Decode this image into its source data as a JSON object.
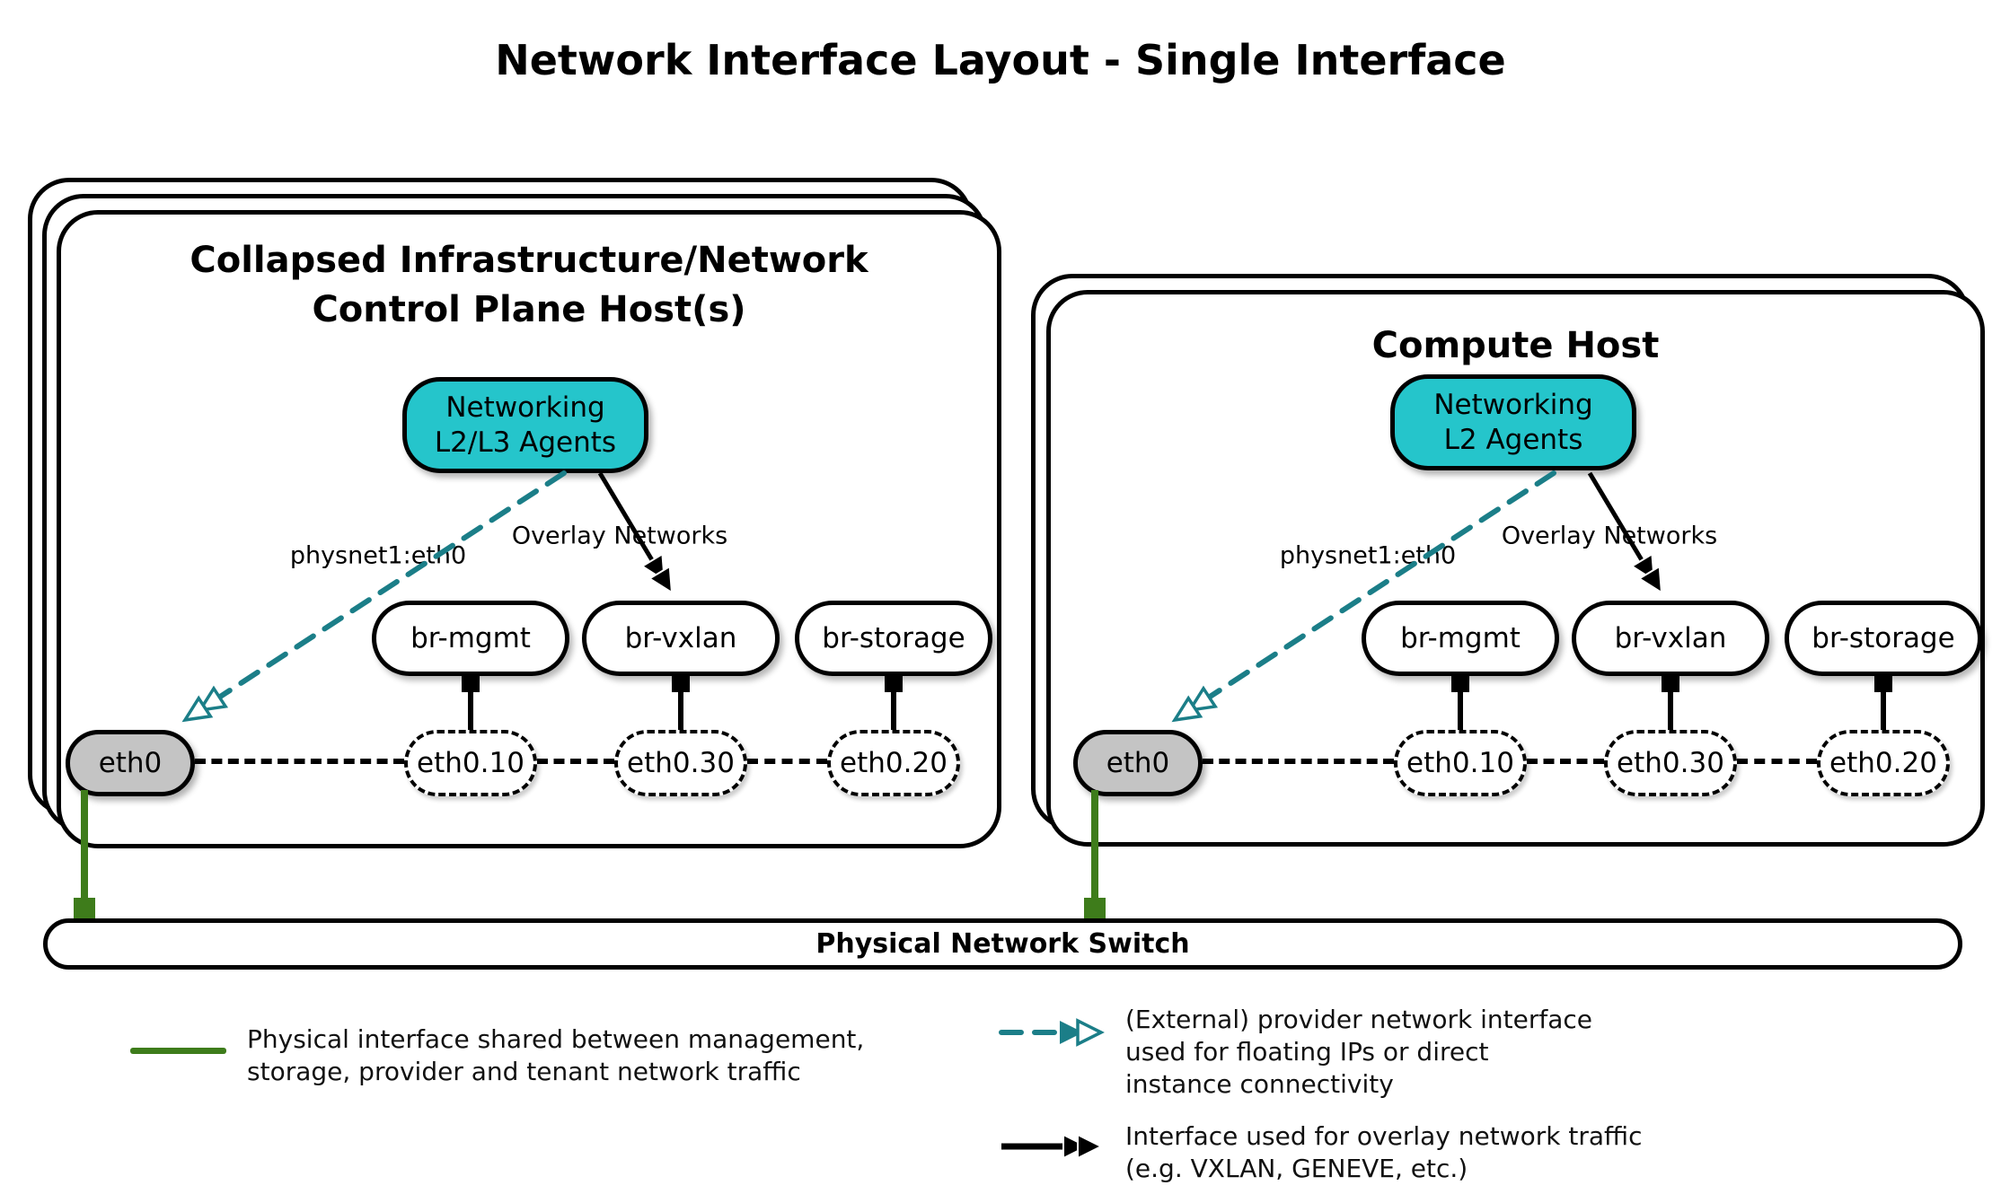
{
  "title": "Network Interface Layout - Single Interface",
  "colors": {
    "agent_fill": "#25C5CB",
    "provider_arrow": "#1B7E88",
    "physical_link_green": "#3E7C1B",
    "phys_interface_gray": "#C4C4C4",
    "line_black": "#000000"
  },
  "hosts": [
    {
      "title_line1": "Collapsed Infrastructure/Network",
      "title_line2": "Control Plane Host(s)",
      "agent_line1": "Networking",
      "agent_line2": "L2/L3 Agents",
      "physnet_label": "physnet1:eth0",
      "overlay_label": "Overlay Networks",
      "bridges": [
        "br-mgmt",
        "br-vxlan",
        "br-storage"
      ],
      "phys_interface": "eth0",
      "vlan_interfaces": [
        "eth0.10",
        "eth0.30",
        "eth0.20"
      ]
    },
    {
      "title_line1": "Compute Host",
      "agent_line1": "Networking",
      "agent_line2": "L2 Agents",
      "physnet_label": "physnet1:eth0",
      "overlay_label": "Overlay Networks",
      "bridges": [
        "br-mgmt",
        "br-vxlan",
        "br-storage"
      ],
      "phys_interface": "eth0",
      "vlan_interfaces": [
        "eth0.10",
        "eth0.30",
        "eth0.20"
      ]
    }
  ],
  "switch": {
    "label": "Physical Network Switch"
  },
  "legend": [
    {
      "symbol": "green-solid-line",
      "lines": [
        "Physical interface shared between management,",
        "storage, provider and tenant network traffic"
      ]
    },
    {
      "symbol": "teal-dashed-double-arrow",
      "lines": [
        "(External) provider network interface",
        "used for floating IPs or direct",
        "instance connectivity"
      ]
    },
    {
      "symbol": "black-solid-double-arrow",
      "lines": [
        "Interface used for overlay network traffic",
        "(e.g. VXLAN, GENEVE, etc.)"
      ]
    }
  ]
}
